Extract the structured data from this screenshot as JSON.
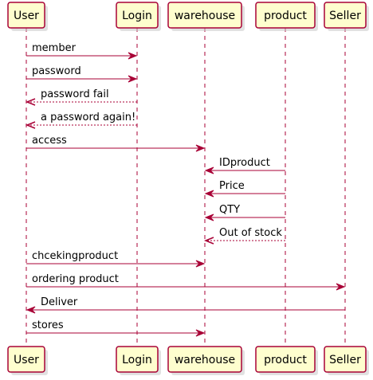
{
  "participants": [
    {
      "id": "user",
      "label": "User"
    },
    {
      "id": "login",
      "label": "Login"
    },
    {
      "id": "warehouse",
      "label": "warehouse"
    },
    {
      "id": "product",
      "label": "product"
    },
    {
      "id": "seller",
      "label": "Seller"
    }
  ],
  "messages": [
    {
      "from": "user",
      "to": "login",
      "label": "member",
      "style": "solid"
    },
    {
      "from": "user",
      "to": "login",
      "label": "password",
      "style": "solid"
    },
    {
      "from": "login",
      "to": "user",
      "label": "password fail",
      "style": "dashed"
    },
    {
      "from": "login",
      "to": "user",
      "label": "a password again!",
      "style": "dashed"
    },
    {
      "from": "user",
      "to": "warehouse",
      "label": "access",
      "style": "solid"
    },
    {
      "from": "product",
      "to": "warehouse",
      "label": "IDproduct",
      "style": "solid"
    },
    {
      "from": "product",
      "to": "warehouse",
      "label": "Price",
      "style": "solid"
    },
    {
      "from": "product",
      "to": "warehouse",
      "label": "QTY",
      "style": "solid"
    },
    {
      "from": "product",
      "to": "warehouse",
      "label": "Out of stock",
      "style": "dashed"
    },
    {
      "from": "user",
      "to": "warehouse",
      "label": "chcekingproduct",
      "style": "solid"
    },
    {
      "from": "user",
      "to": "seller",
      "label": "ordering product",
      "style": "solid"
    },
    {
      "from": "seller",
      "to": "user",
      "label": "Deliver",
      "style": "solid"
    },
    {
      "from": "user",
      "to": "warehouse",
      "label": "stores",
      "style": "solid"
    }
  ],
  "colors": {
    "line": "#a80036",
    "participant_fill": "#fefece",
    "text": "#000000"
  }
}
